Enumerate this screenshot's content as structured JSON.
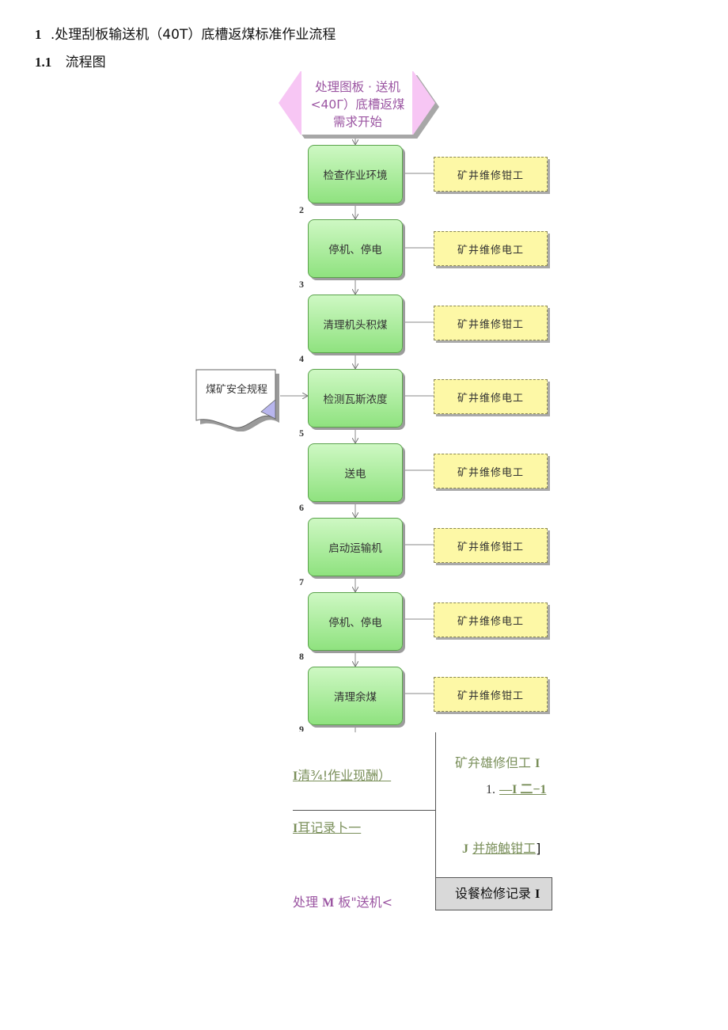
{
  "doc": {
    "heading1_num": "1",
    "heading1_text": ".处理刮板输送机（40T）底槽返煤标准作业流程",
    "heading2_num": "1.1",
    "heading2_text": "流程图"
  },
  "flow": {
    "start": {
      "line1": "处理图板 · 送机",
      "line2": "<40Γ）底槽返煤",
      "line3": "需求开始"
    },
    "steps": [
      {
        "label": "检查作业环境",
        "role": "矿井维修钳工",
        "num": "2"
      },
      {
        "label": "停机、停电",
        "role": "矿井维修电工",
        "num": "3"
      },
      {
        "label": "清理机头积煤",
        "role": "矿井维修钳工",
        "num": "4"
      },
      {
        "label": "检测瓦斯浓度",
        "role": "矿井维修电工",
        "num": "5"
      },
      {
        "label": "送电",
        "role": "矿井维修电工",
        "num": "6"
      },
      {
        "label": "启动运输机",
        "role": "矿井维修钳工",
        "num": "7"
      },
      {
        "label": "停机、停电",
        "role": "矿井维修电工",
        "num": "8"
      },
      {
        "label": "清理余煤",
        "role": "矿井维修钳工",
        "num": "9"
      }
    ],
    "document": {
      "label": "煤矿安全规程"
    }
  },
  "broken": {
    "left1_b": "I",
    "left1": "清¾!作业现酬）",
    "left2_b": "I",
    "left2": "耳记录卜一",
    "right1": "矿弁雄修但工",
    "right1_b": "I",
    "right2_num": "1.",
    "right2": "—I 二−1",
    "right3_b": "J",
    "right3": "并施触钳工",
    "right3_end": "]",
    "bottom_left": "处理",
    "bottom_left_b": "M",
    "bottom_left2": "板\"送机<",
    "record": "设餐检修记录",
    "record_b": "I"
  }
}
